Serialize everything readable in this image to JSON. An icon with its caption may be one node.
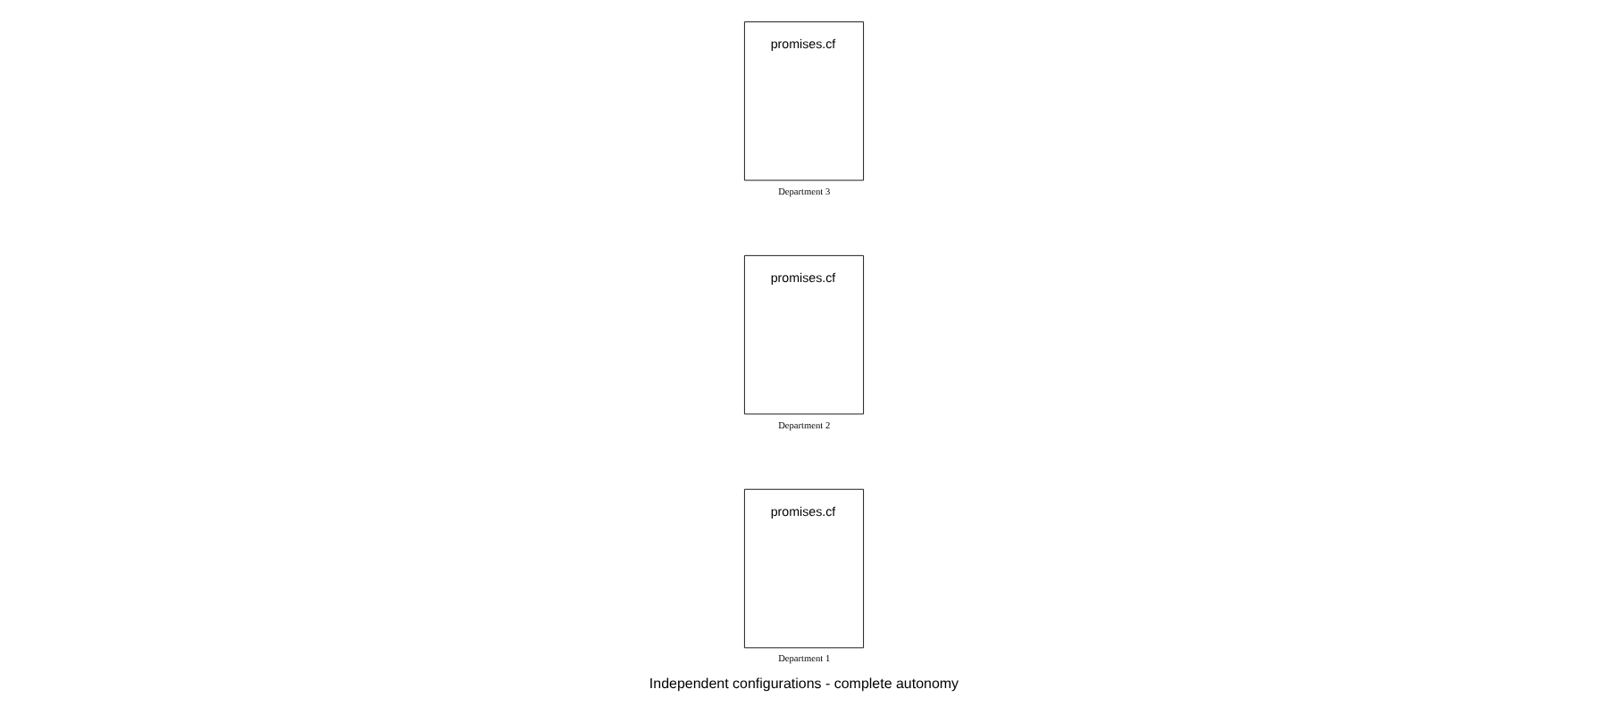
{
  "diagram": {
    "caption": "Independent configurations - complete autonomy",
    "nodes": [
      {
        "text": [
          "promises.cf"
        ],
        "beside": [
          "Department 1"
        ]
      },
      {
        "text": [
          "promises.cf"
        ],
        "beside": [
          "Department 2"
        ]
      },
      {
        "text": [
          "promises.cf"
        ],
        "beside": [
          "Department 3"
        ]
      }
    ],
    "edges": []
  }
}
